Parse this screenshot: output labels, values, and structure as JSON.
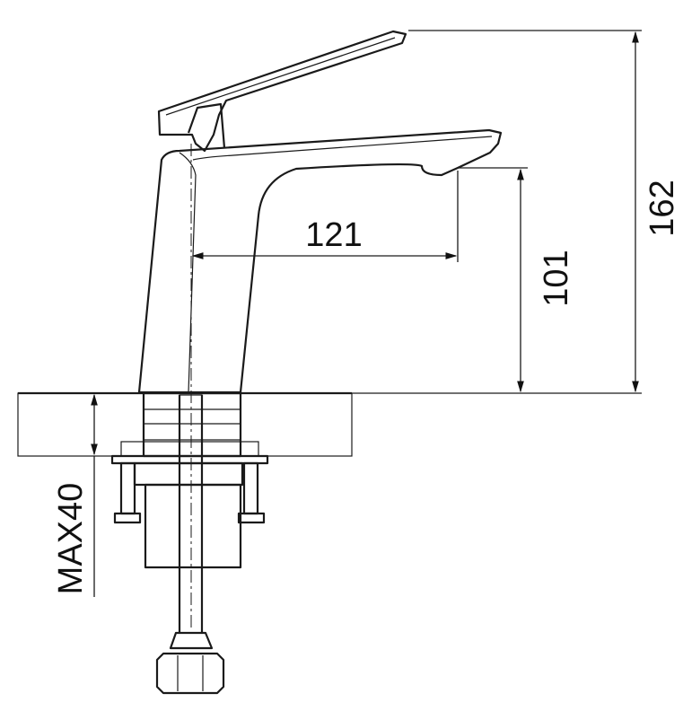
{
  "dimensions": {
    "total_height": "162",
    "spout_height": "101",
    "spout_reach": "121",
    "max_counter_thickness": "MAX40"
  }
}
